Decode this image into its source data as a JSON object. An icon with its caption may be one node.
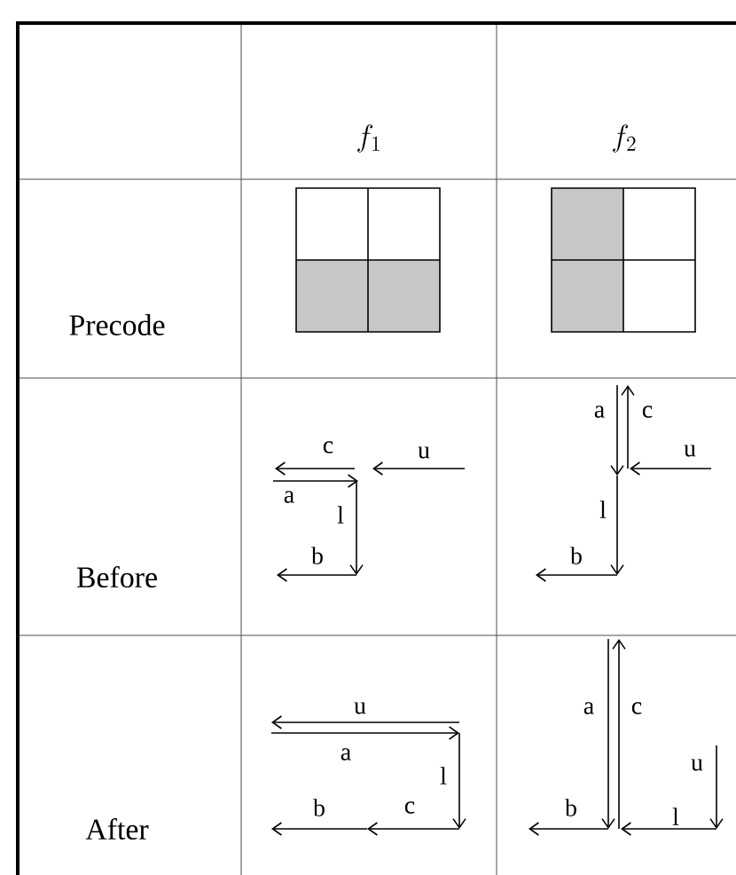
{
  "diagram": {
    "labels": [
      "f_1",
      "f_2",
      "Precode",
      "Before",
      "c",
      "u",
      "a",
      "l",
      "b",
      "a",
      "c",
      "u",
      "l",
      "b",
      "After",
      "u",
      "a",
      "l",
      "b",
      "c",
      "a",
      "c",
      "u",
      "b",
      "l"
    ]
  }
}
